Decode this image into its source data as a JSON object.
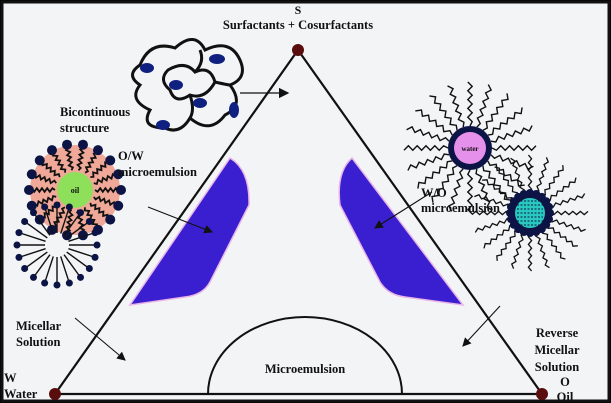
{
  "vertices": {
    "top": {
      "letter": "S",
      "name": "Surfactants + Cosurfactants"
    },
    "left": {
      "letter": "W",
      "name": "Water"
    },
    "right": {
      "letter": "O",
      "name": "Oil"
    }
  },
  "labels": {
    "bicontinuous_1": "Bicontinuous",
    "bicontinuous_2": "structure",
    "ow_1": "O/W",
    "ow_2": "microemulsion",
    "wo_1": "W/O",
    "wo_2": "microemulsion",
    "micellar_1": "Micellar",
    "micellar_2": "Solution",
    "reverse_1": "Reverse",
    "reverse_2": "Micellar",
    "reverse_3": "Solution",
    "microemulsion": "Microemulsion",
    "oil_core": "oil",
    "water_core": "water"
  },
  "colors": {
    "region": "#3a1fd0",
    "vertex": "#5a0d0d",
    "oil_core": "#8ee05a",
    "oil_halo": "#f0a898",
    "water_core": "#e590ea",
    "reverse_core": "#2ac9c0",
    "head": "#0c1445"
  }
}
